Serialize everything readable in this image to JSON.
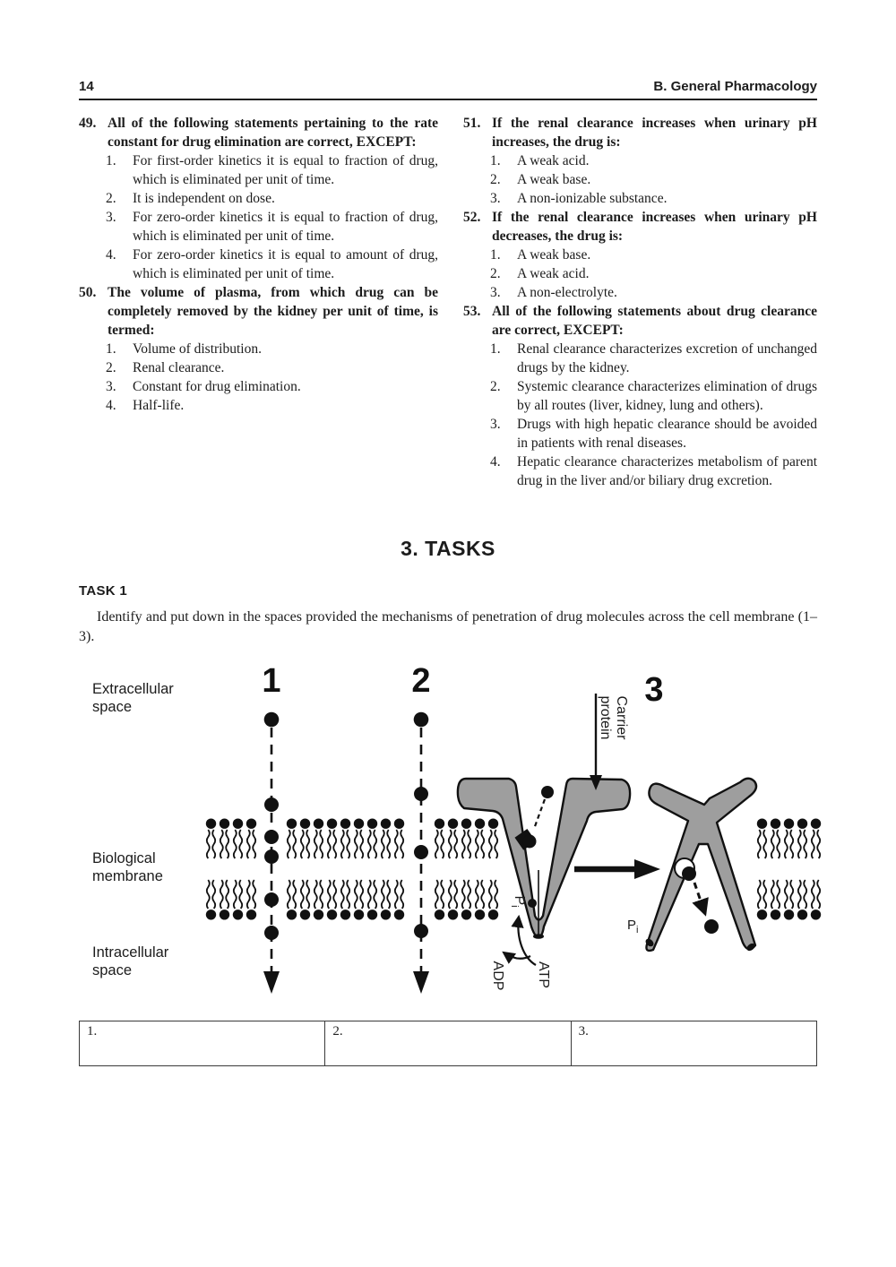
{
  "header": {
    "page_number": "14",
    "section": "B. General Pharmacology"
  },
  "questions": {
    "left": [
      {
        "num": "49.",
        "stem": "All of the following statements pertaining to the rate constant for drug elimination are correct, EXCEPT:",
        "options": [
          {
            "num": "1.",
            "text": "For first-order kinetics it is equal to fraction of drug, which is eliminated per unit of time."
          },
          {
            "num": "2.",
            "text": "It is independent on dose."
          },
          {
            "num": "3.",
            "text": "For zero-order kinetics it is equal to fraction of drug, which is eliminated per unit of time."
          },
          {
            "num": "4.",
            "text": "For zero-order kinetics it is equal to amount of drug, which is eliminated per unit of time."
          }
        ]
      },
      {
        "num": "50.",
        "stem": "The volume of plasma, from which drug can be completely removed by the kidney per unit of time, is termed:",
        "options": [
          {
            "num": "1.",
            "text": "Volume of distribution."
          },
          {
            "num": "2.",
            "text": "Renal clearance."
          },
          {
            "num": "3.",
            "text": "Constant for drug elimination."
          },
          {
            "num": "4.",
            "text": "Half-life."
          }
        ]
      }
    ],
    "right": [
      {
        "num": "51.",
        "stem": "If the renal clearance increases when urinary pH increases, the drug is:",
        "options": [
          {
            "num": "1.",
            "text": "A weak acid."
          },
          {
            "num": "2.",
            "text": "A weak base."
          },
          {
            "num": "3.",
            "text": "A non-ionizable substance."
          }
        ]
      },
      {
        "num": "52.",
        "stem": "If the renal clearance increases when urinary pH decreases, the drug is:",
        "options": [
          {
            "num": "1.",
            "text": "A weak base."
          },
          {
            "num": "2.",
            "text": "A weak acid."
          },
          {
            "num": "3.",
            "text": "A non-electrolyte."
          }
        ]
      },
      {
        "num": "53.",
        "stem": "All of the following statements about drug clearance are correct, EXCEPT:",
        "options": [
          {
            "num": "1.",
            "text": "Renal clearance characterizes excretion of unchanged drugs by the kidney."
          },
          {
            "num": "2.",
            "text": "Systemic clearance characterizes elimination of drugs by all routes (liver, kidney, lung and others)."
          },
          {
            "num": "3.",
            "text": "Drugs with high hepatic clearance should be avoided in patients with renal diseases."
          },
          {
            "num": "4.",
            "text": "Hepatic clearance characterizes metabolism of parent drug in the liver and/or biliary drug excretion."
          }
        ]
      }
    ]
  },
  "tasks": {
    "section_heading": "3. TASKS",
    "task_label": "TASK 1",
    "instruction": "Identify and put down in the spaces provided the mechanisms of penetration of drug molecules across the cell membrane (1–3)."
  },
  "diagram": {
    "region_labels": {
      "extracellular_1": "Extracellular",
      "extracellular_2": "space",
      "membrane_1": "Biological",
      "membrane_2": "membrane",
      "intracellular_1": "Intracellular",
      "intracellular_2": "space"
    },
    "mechanism_numbers": {
      "one": "1",
      "two": "2",
      "three": "3"
    },
    "carrier_label_1": "Carrier",
    "carrier_label_2": "protein",
    "adp": "ADP",
    "atp": "ATP",
    "pi_base": "P",
    "pi_sub": "i",
    "protein_fill": "#9e9e9e",
    "ink": "#111111"
  },
  "answer_table": {
    "cell1": "1.",
    "cell2": "2.",
    "cell3": "3."
  }
}
